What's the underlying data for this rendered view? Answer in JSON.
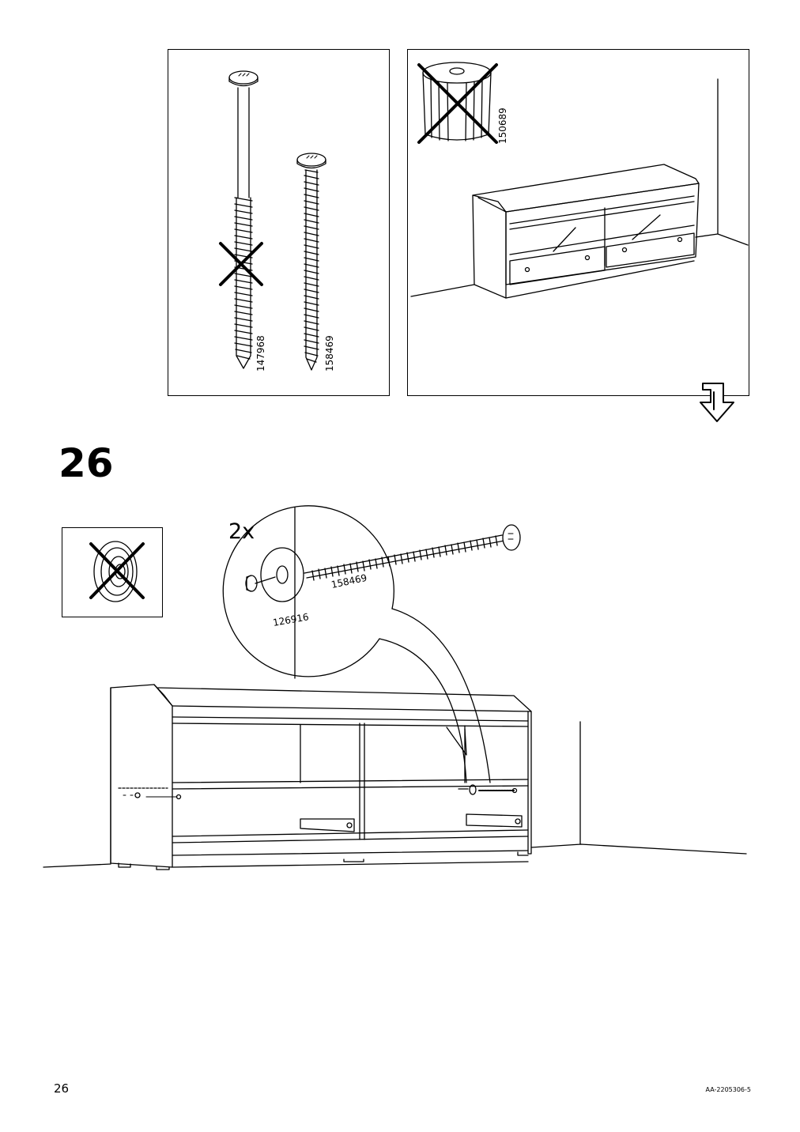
{
  "page": {
    "step_number": "26",
    "page_number": "26",
    "document_id": "AA-2205306-5"
  },
  "info_panel": {
    "screw_long_code": "147968",
    "screw_short_code": "158469",
    "foot_code": "150689"
  },
  "step": {
    "quantity": "2x",
    "screw_code": "158469",
    "washer_code": "126916"
  }
}
